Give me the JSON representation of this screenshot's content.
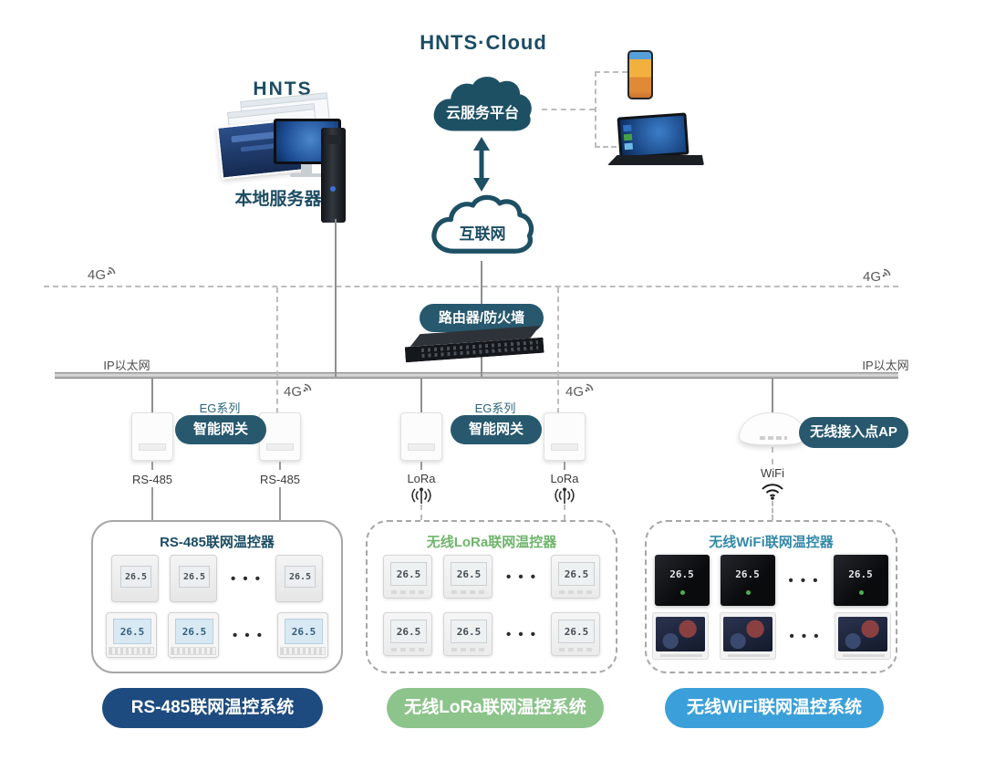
{
  "header": {
    "cloud_title": "HNTS·Cloud",
    "cloud_platform_label": "云服务平台",
    "internet_label": "互联网",
    "local_brand": "HNTS",
    "local_server_label": "本地服务器"
  },
  "backbone": {
    "router_firewall_label": "路由器/防火墙",
    "ethernet_label_left": "IP以太网",
    "ethernet_label_right": "IP以太网",
    "g4_label": "4G"
  },
  "access": {
    "eg_series_label": "EG系列",
    "smart_gateway_label": "智能网关",
    "ap_label": "无线接入点AP",
    "rs485_label": "RS-485",
    "lora_label": "LoRa",
    "wifi_label": "WiFi"
  },
  "groups": {
    "rs485": {
      "box_title": "RS-485联网温控器",
      "button_label": "RS-485联网温控系统",
      "accent": "#1d4b7f"
    },
    "lora": {
      "box_title": "无线LoRa联网温控器",
      "button_label": "无线LoRa联网温控系统",
      "accent": "#8cc48b"
    },
    "wifi": {
      "box_title": "无线WiFi联网温控器",
      "button_label": "无线WiFi联网温控系统",
      "accent": "#3ba0d9"
    }
  },
  "thermostat": {
    "display_value": "26.5",
    "ellipsis": "• • •"
  },
  "colors": {
    "dark_teal_text": "#1c4c63",
    "pill_background": "#27586e",
    "line_gray": "#8f8f8f",
    "green_title": "#6fb56b",
    "teal_title": "#3389a8"
  }
}
